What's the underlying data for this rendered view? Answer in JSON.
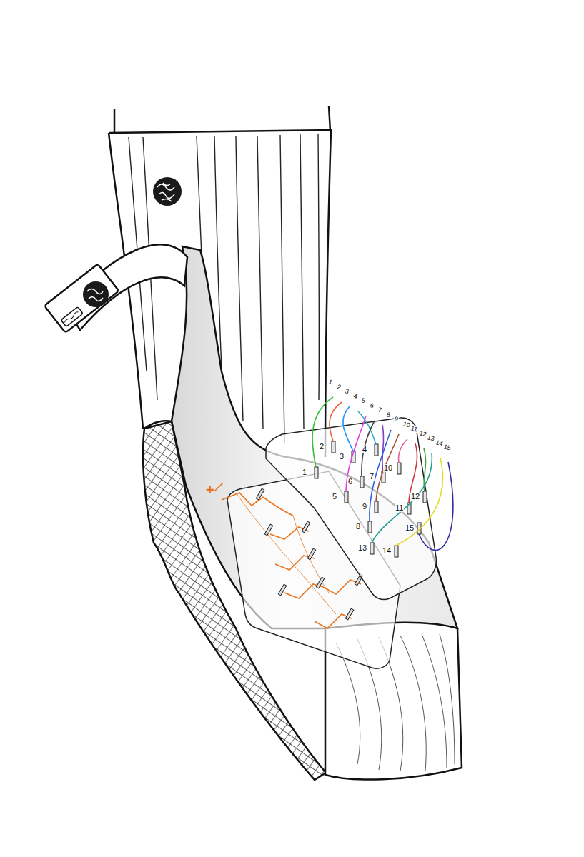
{
  "diagram": {
    "labels": [
      "1",
      "2",
      "3",
      "4",
      "5",
      "6",
      "7",
      "8",
      "9",
      "10",
      "11",
      "12",
      "13",
      "14",
      "15",
      "1",
      "2",
      "3",
      "4",
      "5",
      "6",
      "7",
      "8",
      "9",
      "10",
      "11",
      "12",
      "13",
      "14",
      "15",
      "+"
    ]
  }
}
